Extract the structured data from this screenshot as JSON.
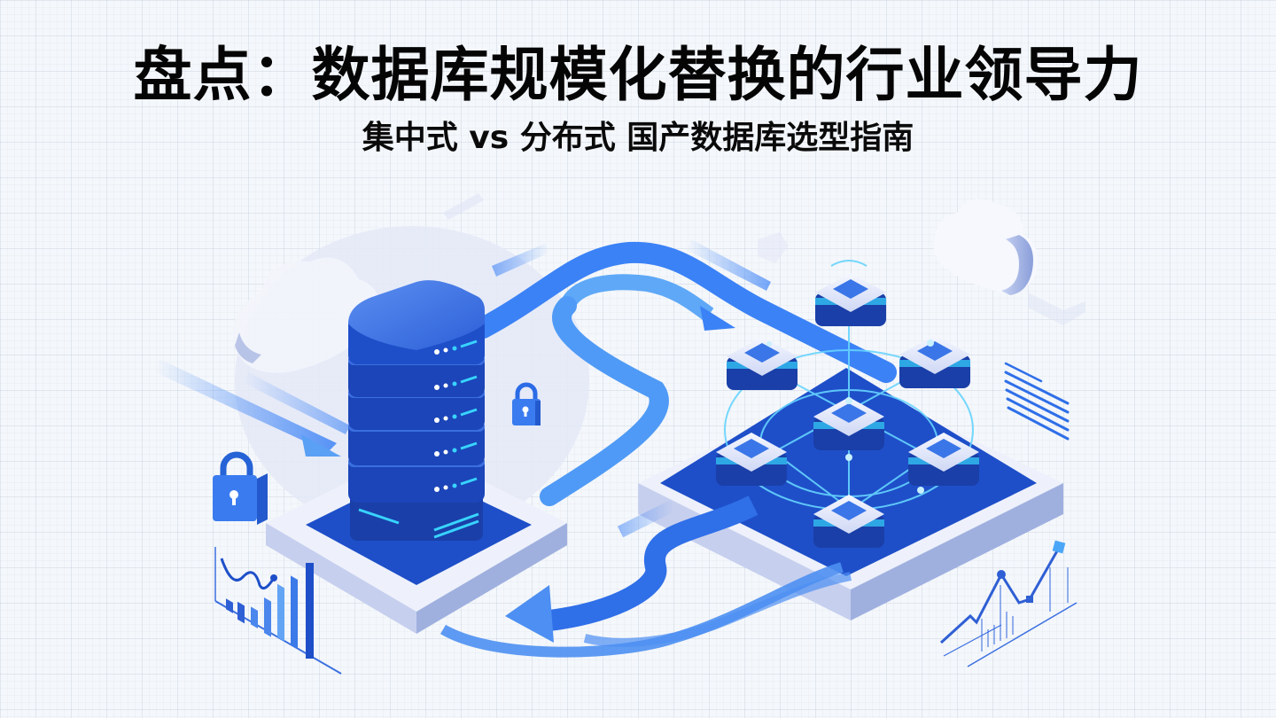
{
  "header": {
    "title": "盘点：数据库规模化替换的行业领导力",
    "subtitle": "集中式 vs 分布式 国产数据库选型指南"
  },
  "illustration": {
    "left_side": "centralized-database-server-stack",
    "right_side": "distributed-database-node-cluster",
    "centralized_server_layers": 5,
    "distributed_nodes": 7,
    "decorations": [
      "cloud-icon",
      "lock-icon",
      "bar-chart-icon",
      "line-chart-icon",
      "migration-arrows",
      "data-lines-icon"
    ]
  },
  "colors": {
    "background": "#f4f7fb",
    "primary_blue": "#1e4fc9",
    "dark_blue": "#1a3fa8",
    "arrow_blue": "#3b82f6",
    "glow_cyan": "#38d4ff",
    "platform_white": "#eef1fb",
    "platform_shadow": "#aab5de",
    "title_text": "#050505"
  }
}
